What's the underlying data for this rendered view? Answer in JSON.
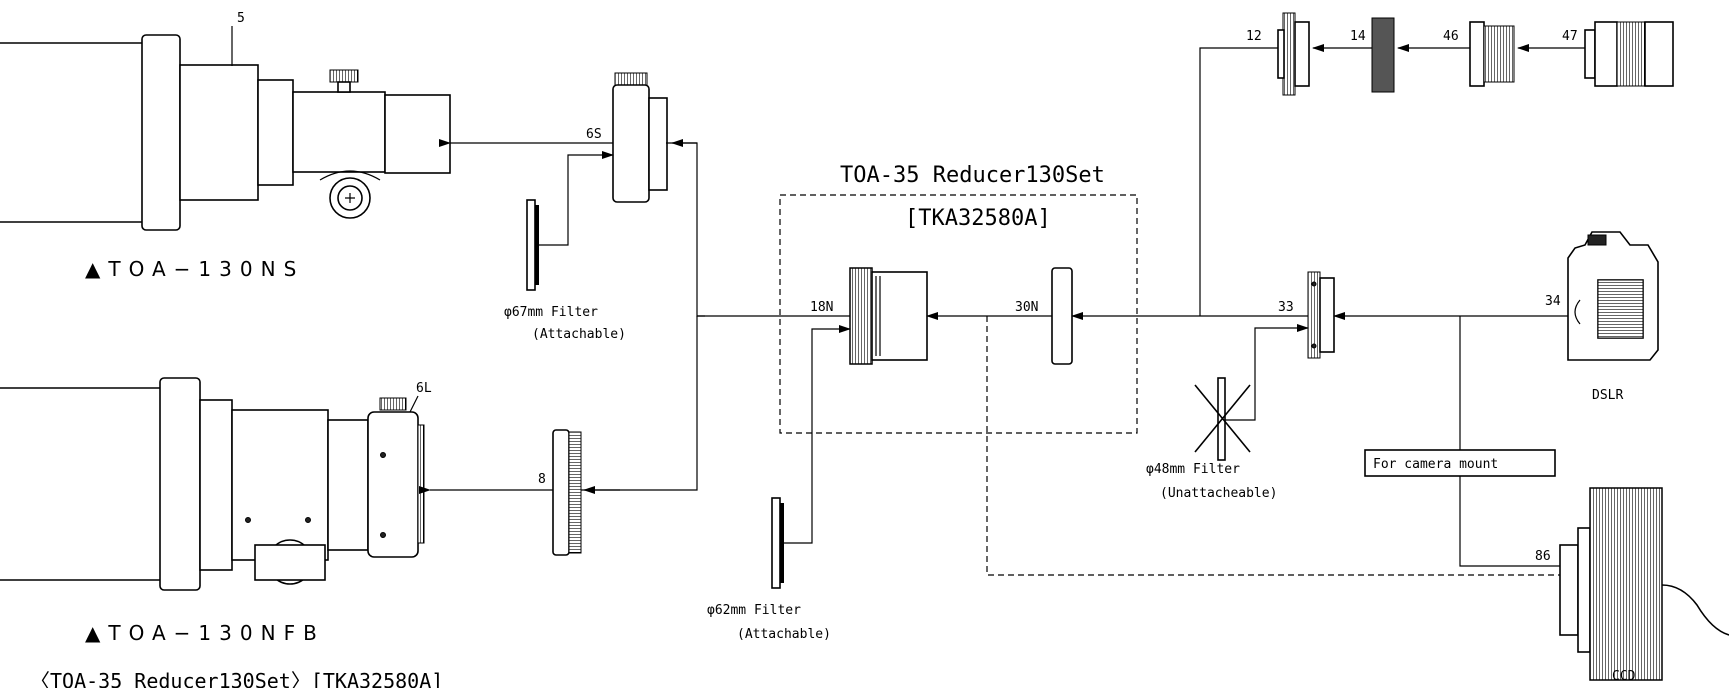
{
  "scopes": {
    "ns": {
      "name": "▲TOA−130NS",
      "label_part": "5"
    },
    "nfb": {
      "name": "▲TOA−130NFB",
      "label_part": "6L"
    }
  },
  "parts": {
    "p6s": "6S",
    "p8": "8",
    "p18n": "18N",
    "p30n": "30N",
    "p12": "12",
    "p14": "14",
    "p46": "46",
    "p47": "47",
    "p33": "33",
    "p34": "34",
    "p86": "86"
  },
  "reducer_set": {
    "name": "TOA-35 Reducer130Set",
    "code": "[TKA32580A]"
  },
  "filters": {
    "f67": {
      "size": "φ67mm Filter",
      "note": "(Attachable)"
    },
    "f62": {
      "size": "φ62mm Filter",
      "note": "(Attachable)"
    },
    "f48": {
      "size": "φ48mm Filter",
      "note": "(Unattacheable)"
    }
  },
  "cameras": {
    "dslr": "DSLR",
    "ccd": "CCD",
    "camera_mount_box": "For camera mount"
  },
  "footer_caption": "〈TOA-35 Reducer130Set〉[TKA32580A]"
}
